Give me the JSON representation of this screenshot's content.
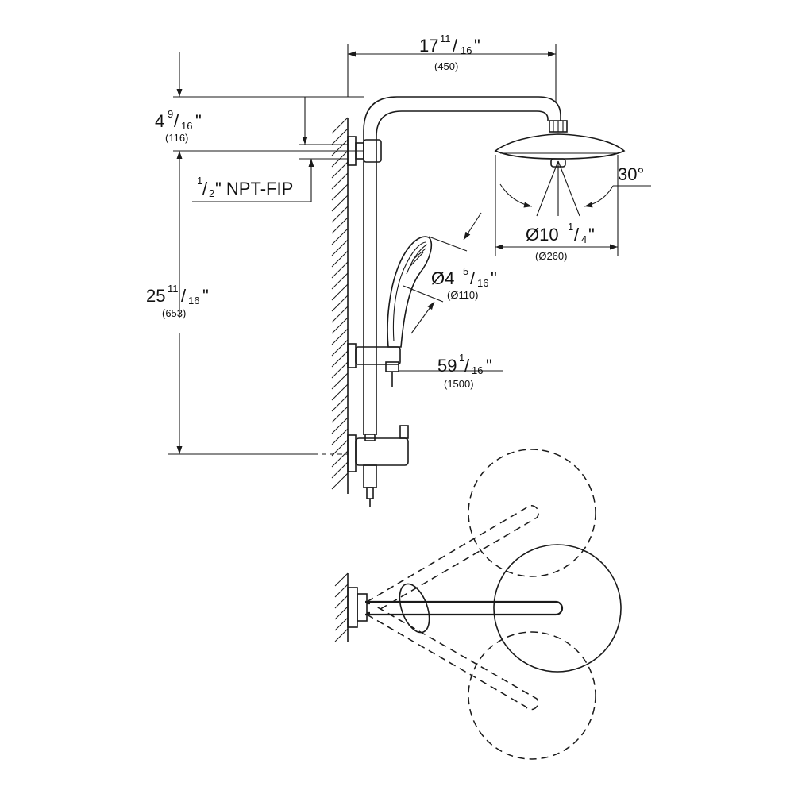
{
  "dimensions": {
    "width_top": {
      "whole": "17",
      "num": "11",
      "den": "16",
      "unit": "\"",
      "metric": "(450)"
    },
    "offset_height": {
      "whole": "4",
      "num": "9",
      "den": "16",
      "unit": "\"",
      "metric": "(116)"
    },
    "connection": {
      "num": "1",
      "den": "2",
      "rest": "\" NPT-FIP"
    },
    "riser_height": {
      "whole": "25",
      "num": "11",
      "den": "16",
      "unit": "\"",
      "metric": "(653)"
    },
    "hand_shower_dia": {
      "prefix": "Ø4",
      "num": "5",
      "den": "16",
      "unit": "\"",
      "metric": "(Ø110)"
    },
    "head_dia": {
      "prefix": "Ø10",
      "num": "1",
      "den": "4",
      "unit": "\"",
      "metric": "(Ø260)"
    },
    "hose_length": {
      "whole": "59",
      "num": "1",
      "den": "16",
      "unit": "\"",
      "metric": "(1500)"
    },
    "tilt_angle": "30°"
  }
}
